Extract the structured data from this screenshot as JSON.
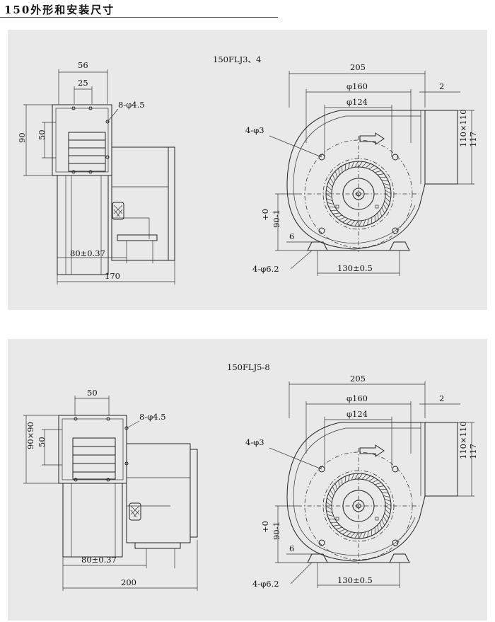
{
  "page_title": "150外形和安装尺寸",
  "diagrams": [
    {
      "model": "150FLJ3、4",
      "side": {
        "top_width": "56",
        "hole_spacing": "25",
        "holes": "8-φ4.5",
        "height": "90",
        "hole_height": "50",
        "base_spacing": "80±0.37",
        "overall_length": "170"
      },
      "front": {
        "width": "205",
        "circle_outer": "φ160",
        "circle_inner": "φ124",
        "offset": "2",
        "mount_holes": "4-φ3",
        "outlet": "110×110",
        "outlet_height": "117",
        "center_height": "90-1",
        "tolerance": "+0",
        "foot_thickness": "6",
        "foot_holes": "4-φ6.2",
        "foot_spacing": "130±0.5"
      }
    },
    {
      "model": "150FLJ5-8",
      "side": {
        "top_width": "50",
        "hole_spacing": "",
        "holes": "8-φ4.5",
        "height": "90×90",
        "hole_height": "50",
        "base_spacing": "80±0.37",
        "overall_length": "200"
      },
      "front": {
        "width": "205",
        "circle_outer": "φ160",
        "circle_inner": "φ124",
        "offset": "2",
        "mount_holes": "4-φ3",
        "outlet": "110×110",
        "outlet_height": "117",
        "center_height": "90-1",
        "tolerance": "+0",
        "foot_thickness": "6",
        "foot_holes": "4-φ6.2",
        "foot_spacing": "130±0.5"
      }
    }
  ]
}
